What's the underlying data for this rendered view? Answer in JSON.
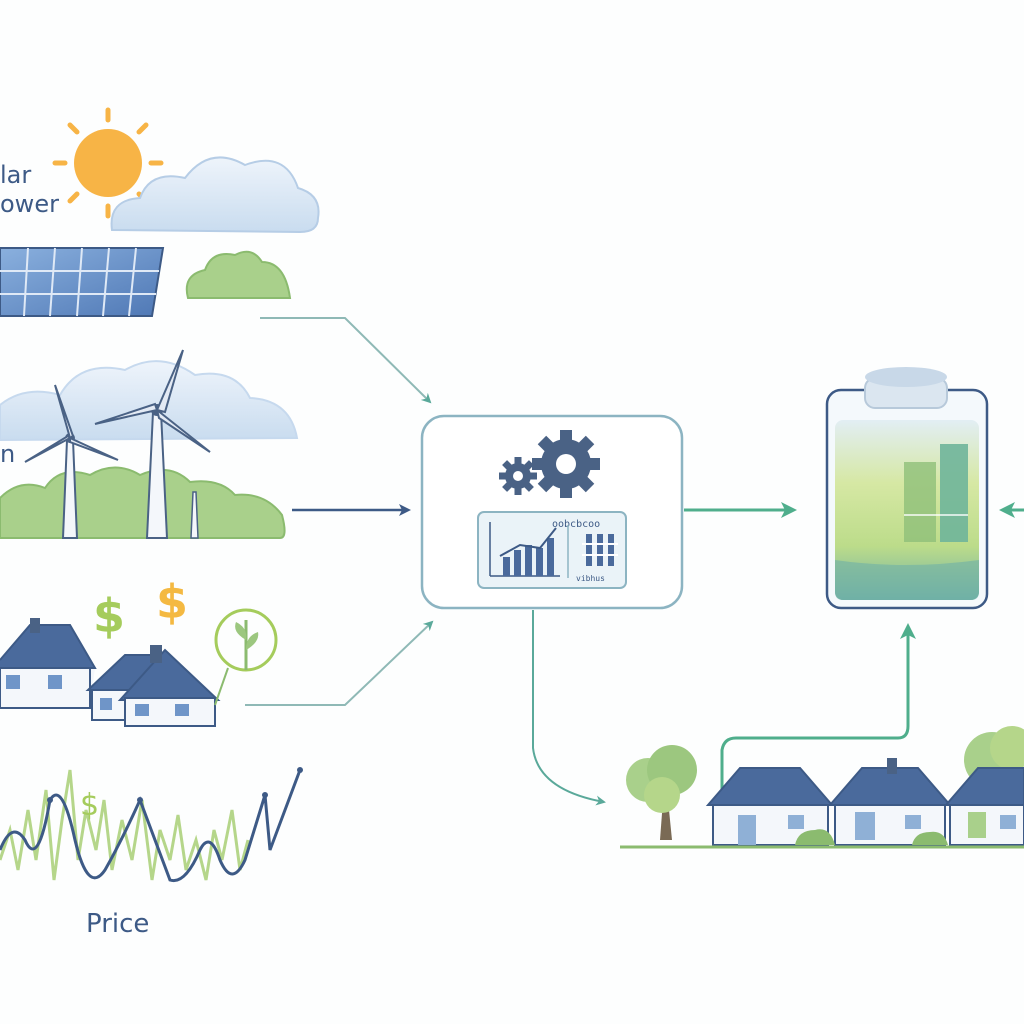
{
  "labels": {
    "solar_line1": "lar",
    "solar_line2": "ower",
    "wind_line1": "n",
    "price": "Price",
    "chart_header": "oobcbcoo",
    "chart_footer": "vibhus"
  },
  "colors": {
    "line_blue": "#3d5a86",
    "line_teal": "#5aa99a",
    "line_gray_teal": "#8fb9b6",
    "box_stroke": "#8cb4c2",
    "gear": "#4a6285",
    "sun": "#f7b446",
    "foliage": "#9cc77f",
    "roof": "#4a6a9c",
    "dollar_green": "#a5cc5c",
    "dollar_orange": "#f4b942"
  },
  "icons": {
    "sun": "sun-icon",
    "cloud": "cloud-icon",
    "solar_panel": "solar-panel-icon",
    "wind_turbine": "wind-turbine-icon",
    "house": "house-icon",
    "dollar": "dollar-icon",
    "gear": "gear-icon",
    "battery": "battery-icon",
    "tree": "tree-icon"
  }
}
